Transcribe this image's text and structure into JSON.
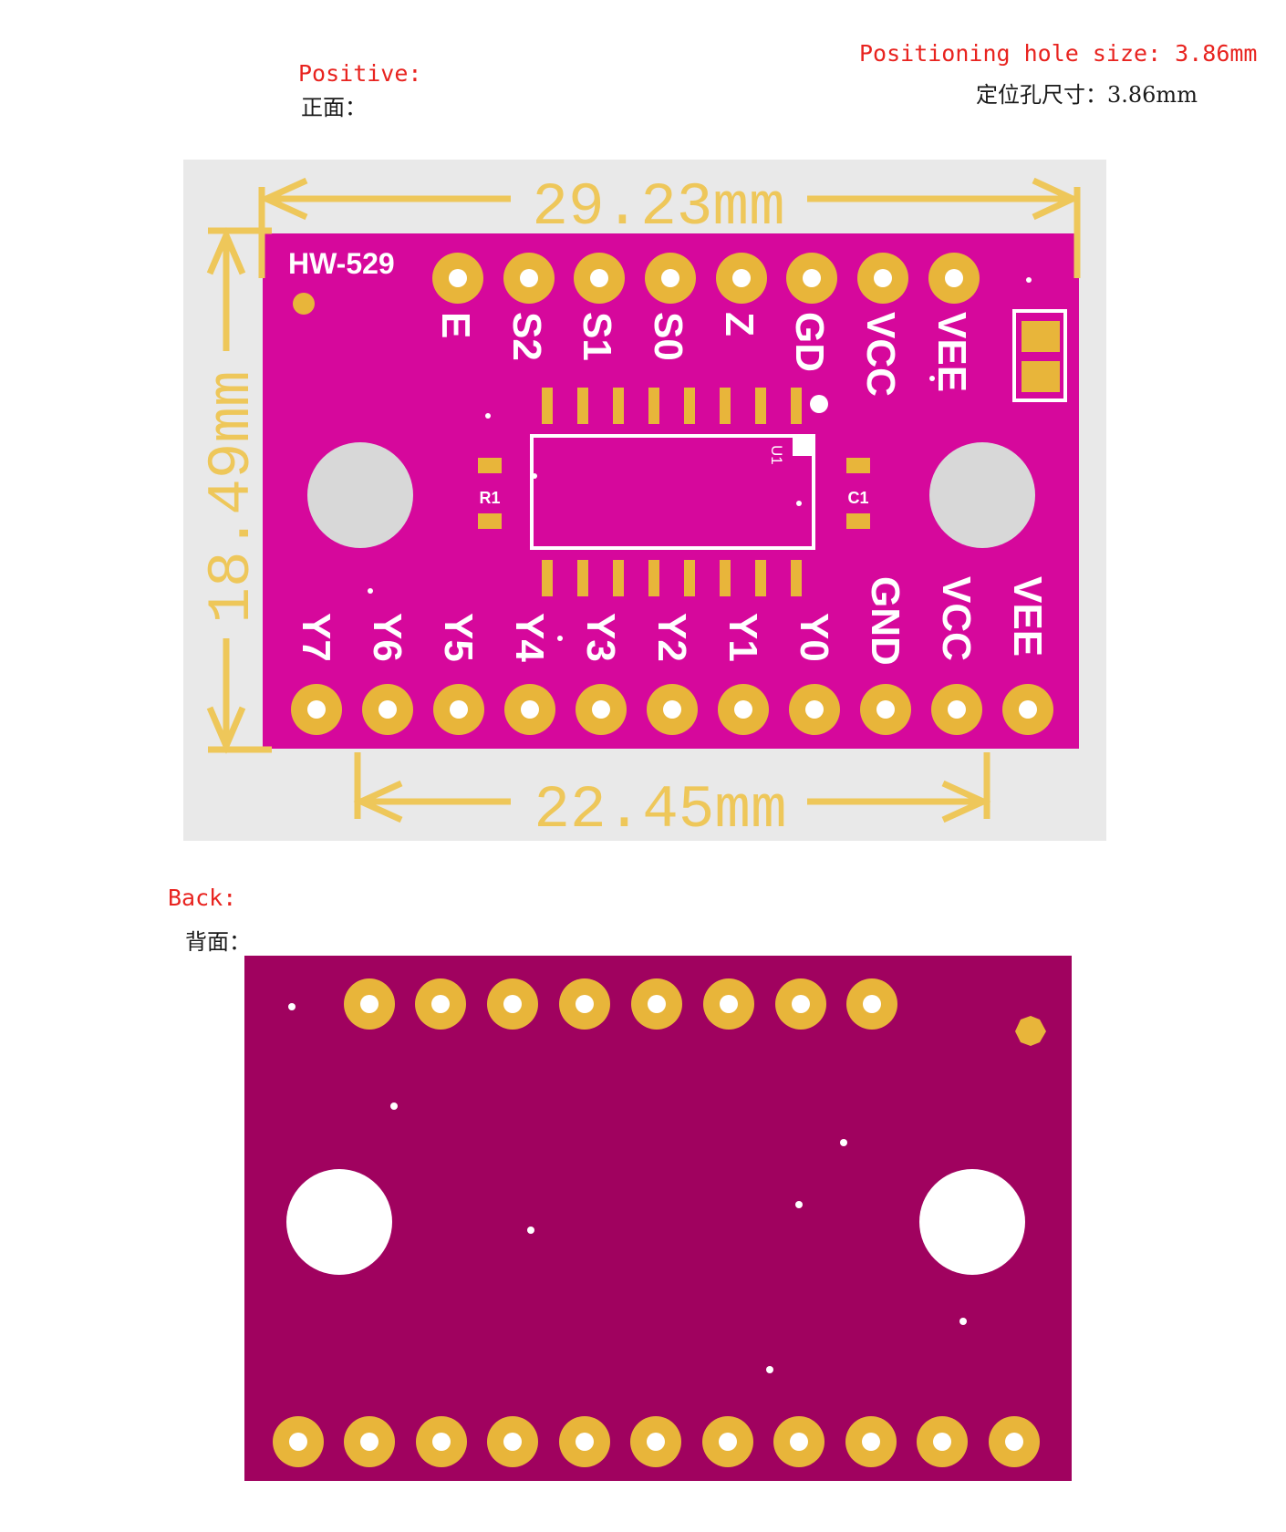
{
  "header": {
    "positive_en": "Positive:",
    "positive_cn": "正面：",
    "hole_size_en": "Positioning hole size: 3.86mm",
    "hole_size_cn": "定位孔尺寸：3.86mm"
  },
  "back_header": {
    "back_en": "Back:",
    "back_cn": "背面："
  },
  "front_board": {
    "model": "HW-529",
    "width_label": "29.23mm",
    "height_label": "18.49mm",
    "pitch_label": "22.45mm",
    "top_pins": [
      "E",
      "S2",
      "S1",
      "S0",
      "Z",
      "GD",
      "VCC",
      "VEE"
    ],
    "bottom_pins": [
      "Y7",
      "Y6",
      "Y5",
      "Y4",
      "Y3",
      "Y2",
      "Y1",
      "Y0",
      "GND",
      "VCC",
      "VEE"
    ],
    "ic_label": "U1",
    "r_label": "R1",
    "c_label": "C1"
  },
  "colors": {
    "pcb_front": "#d6089c",
    "pcb_back": "#a0025f",
    "pad": "#e8b53a",
    "dimension": "#eec75a",
    "label_red": "#e8231f"
  }
}
